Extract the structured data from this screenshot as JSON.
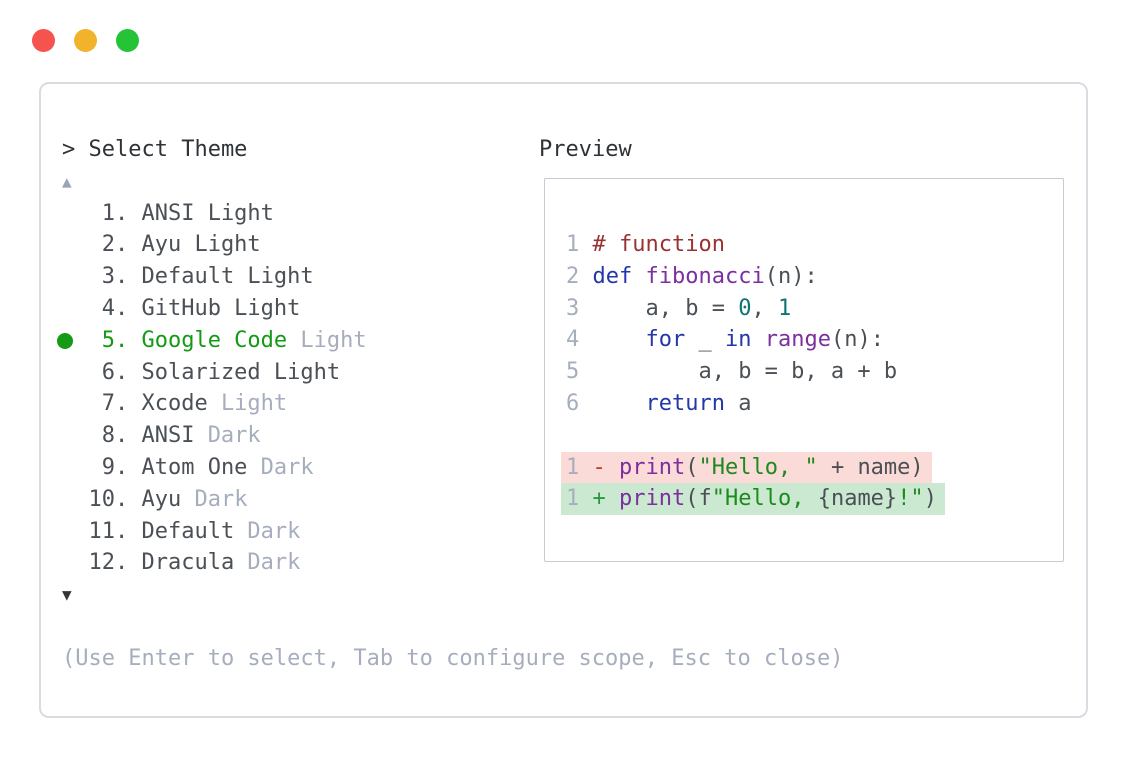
{
  "window": {
    "traffic_lights": [
      {
        "name": "close"
      },
      {
        "name": "minimize"
      },
      {
        "name": "zoom"
      }
    ]
  },
  "palette": {
    "prompt": "> Select Theme",
    "scroll_up_indicator": "▲",
    "scroll_down_indicator": "▼",
    "items": [
      {
        "num": "1.",
        "name": "ANSI Light",
        "variant": "",
        "selected": false
      },
      {
        "num": "2.",
        "name": "Ayu Light",
        "variant": "",
        "selected": false
      },
      {
        "num": "3.",
        "name": "Default Light",
        "variant": "",
        "selected": false
      },
      {
        "num": "4.",
        "name": "GitHub Light",
        "variant": "",
        "selected": false
      },
      {
        "num": "5.",
        "name": "Google Code",
        "variant": "Light",
        "selected": true
      },
      {
        "num": "6.",
        "name": "Solarized Light",
        "variant": "",
        "selected": false
      },
      {
        "num": "7.",
        "name": "Xcode",
        "variant": "Light",
        "selected": false
      },
      {
        "num": "8.",
        "name": "ANSI",
        "variant": "Dark",
        "selected": false
      },
      {
        "num": "9.",
        "name": "Atom One",
        "variant": "Dark",
        "selected": false
      },
      {
        "num": "10.",
        "name": "Ayu",
        "variant": "Dark",
        "selected": false
      },
      {
        "num": "11.",
        "name": "Default",
        "variant": "Dark",
        "selected": false
      },
      {
        "num": "12.",
        "name": "Dracula",
        "variant": "Dark",
        "selected": false
      }
    ],
    "hint": "(Use Enter to select, Tab to configure scope, Esc to close)"
  },
  "preview": {
    "title": "Preview",
    "code_lines": [
      {
        "ln": "1",
        "tokens": [
          [
            "comment",
            "# function"
          ]
        ]
      },
      {
        "ln": "2",
        "tokens": [
          [
            "keyword",
            "def"
          ],
          [
            "plain",
            " "
          ],
          [
            "function",
            "fibonacci"
          ],
          [
            "plain",
            "(n):"
          ]
        ]
      },
      {
        "ln": "3",
        "tokens": [
          [
            "plain",
            "    a, b = "
          ],
          [
            "number",
            "0"
          ],
          [
            "plain",
            ", "
          ],
          [
            "number",
            "1"
          ]
        ]
      },
      {
        "ln": "4",
        "tokens": [
          [
            "plain",
            "    "
          ],
          [
            "keyword",
            "for"
          ],
          [
            "plain",
            " _ "
          ],
          [
            "keyword",
            "in"
          ],
          [
            "plain",
            " "
          ],
          [
            "function",
            "range"
          ],
          [
            "plain",
            "(n):"
          ]
        ]
      },
      {
        "ln": "5",
        "tokens": [
          [
            "plain",
            "        a, b = b, a + b"
          ]
        ]
      },
      {
        "ln": "6",
        "tokens": [
          [
            "plain",
            "    "
          ],
          [
            "keyword",
            "return"
          ],
          [
            "plain",
            " a"
          ]
        ]
      }
    ],
    "diff_lines": [
      {
        "ln": "1",
        "kind": "minus",
        "tokens": [
          [
            "diffminus",
            "- "
          ],
          [
            "function",
            "print"
          ],
          [
            "plain",
            "("
          ],
          [
            "string",
            "\"Hello, \""
          ],
          [
            "plain",
            " + name)"
          ]
        ]
      },
      {
        "ln": "1",
        "kind": "plus",
        "tokens": [
          [
            "diffplus",
            "+ "
          ],
          [
            "function",
            "print"
          ],
          [
            "plain",
            "(f"
          ],
          [
            "string",
            "\"Hello, "
          ],
          [
            "plain",
            "{name}"
          ],
          [
            "string",
            "!\""
          ],
          [
            "plain",
            ")"
          ]
        ]
      }
    ]
  },
  "colors": {
    "accent_green": "#149a14",
    "muted": "#a6aebe",
    "dark": "#2e3338",
    "body": "#4b5056",
    "border": "#d8dbe0",
    "preview_border": "#c6cbd4",
    "traffic_red": "#f4544d",
    "traffic_yellow": "#f2b32c",
    "traffic_green": "#25c336",
    "triangle_up": "#9ba4b5",
    "triangle_down": "#33373c",
    "tok_keyword": "#2337ab",
    "tok_function": "#7c2f9e",
    "tok_comment": "#993333",
    "tok_number": "#0e7474",
    "tok_string": "#1e8a1e",
    "tok_plain": "#4b5056",
    "diff_minus_fg": "#c13a2e",
    "diff_plus_fg": "#28993e",
    "diff_minus_bg": "#fadbd8",
    "diff_plus_bg": "#cbe8d0"
  }
}
